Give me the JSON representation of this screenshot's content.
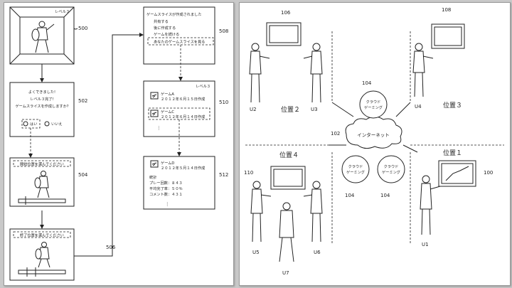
{
  "left_sheet": {
    "screen_500": {
      "level": "レベル３",
      "ref": "500"
    },
    "screen_502": {
      "line1": "よくできました!",
      "line2": "レベル３完了!",
      "line3": "ゲームスライスを作成しますか?",
      "yes": "はい",
      "no": "いいえ",
      "ref": "502"
    },
    "screen_504": {
      "prompt": "開始位置を選んでください",
      "ref": "504"
    },
    "screen_506": {
      "prompt": "終了位置を選んでください",
      "ref": "506"
    },
    "screen_508": {
      "title": "ゲームスライスが作成されました",
      "options": [
        "共有する",
        "後に作成する",
        "ゲームを続ける"
      ],
      "selected_option": "あなたのゲームスライスを見る",
      "ref": "508"
    },
    "screen_510": {
      "level": "レベル３",
      "items": [
        {
          "name": "ゲームA",
          "date": "２０１２年６月１５日作成"
        },
        {
          "name": "ゲームC",
          "date": "２０１２年６月１４日作成"
        }
      ],
      "ref": "510"
    },
    "screen_512": {
      "name": "ゲームD",
      "date": "２０１２年５月１４日作成",
      "stats_title": "統計",
      "stats": [
        "プレー回数：８４３",
        "平均完了率：５０％",
        "コメント数：４３１"
      ],
      "ref": "512"
    }
  },
  "right_sheet": {
    "network_label": "インターネット",
    "network_ref": "102",
    "cloud_label": "クラウド\nゲーミング",
    "cloud_ref": "104",
    "locations": [
      {
        "label": "位置２",
        "display_ref": "106",
        "users": [
          "U2",
          "U3"
        ]
      },
      {
        "label": "位置３",
        "display_ref": "108",
        "users": [
          "U4"
        ]
      },
      {
        "label": "位置４",
        "display_ref": "110",
        "users": [
          "U5",
          "U6",
          "U7"
        ]
      },
      {
        "label": "位置１",
        "display_ref": "100",
        "users": [
          "U1"
        ]
      }
    ]
  }
}
